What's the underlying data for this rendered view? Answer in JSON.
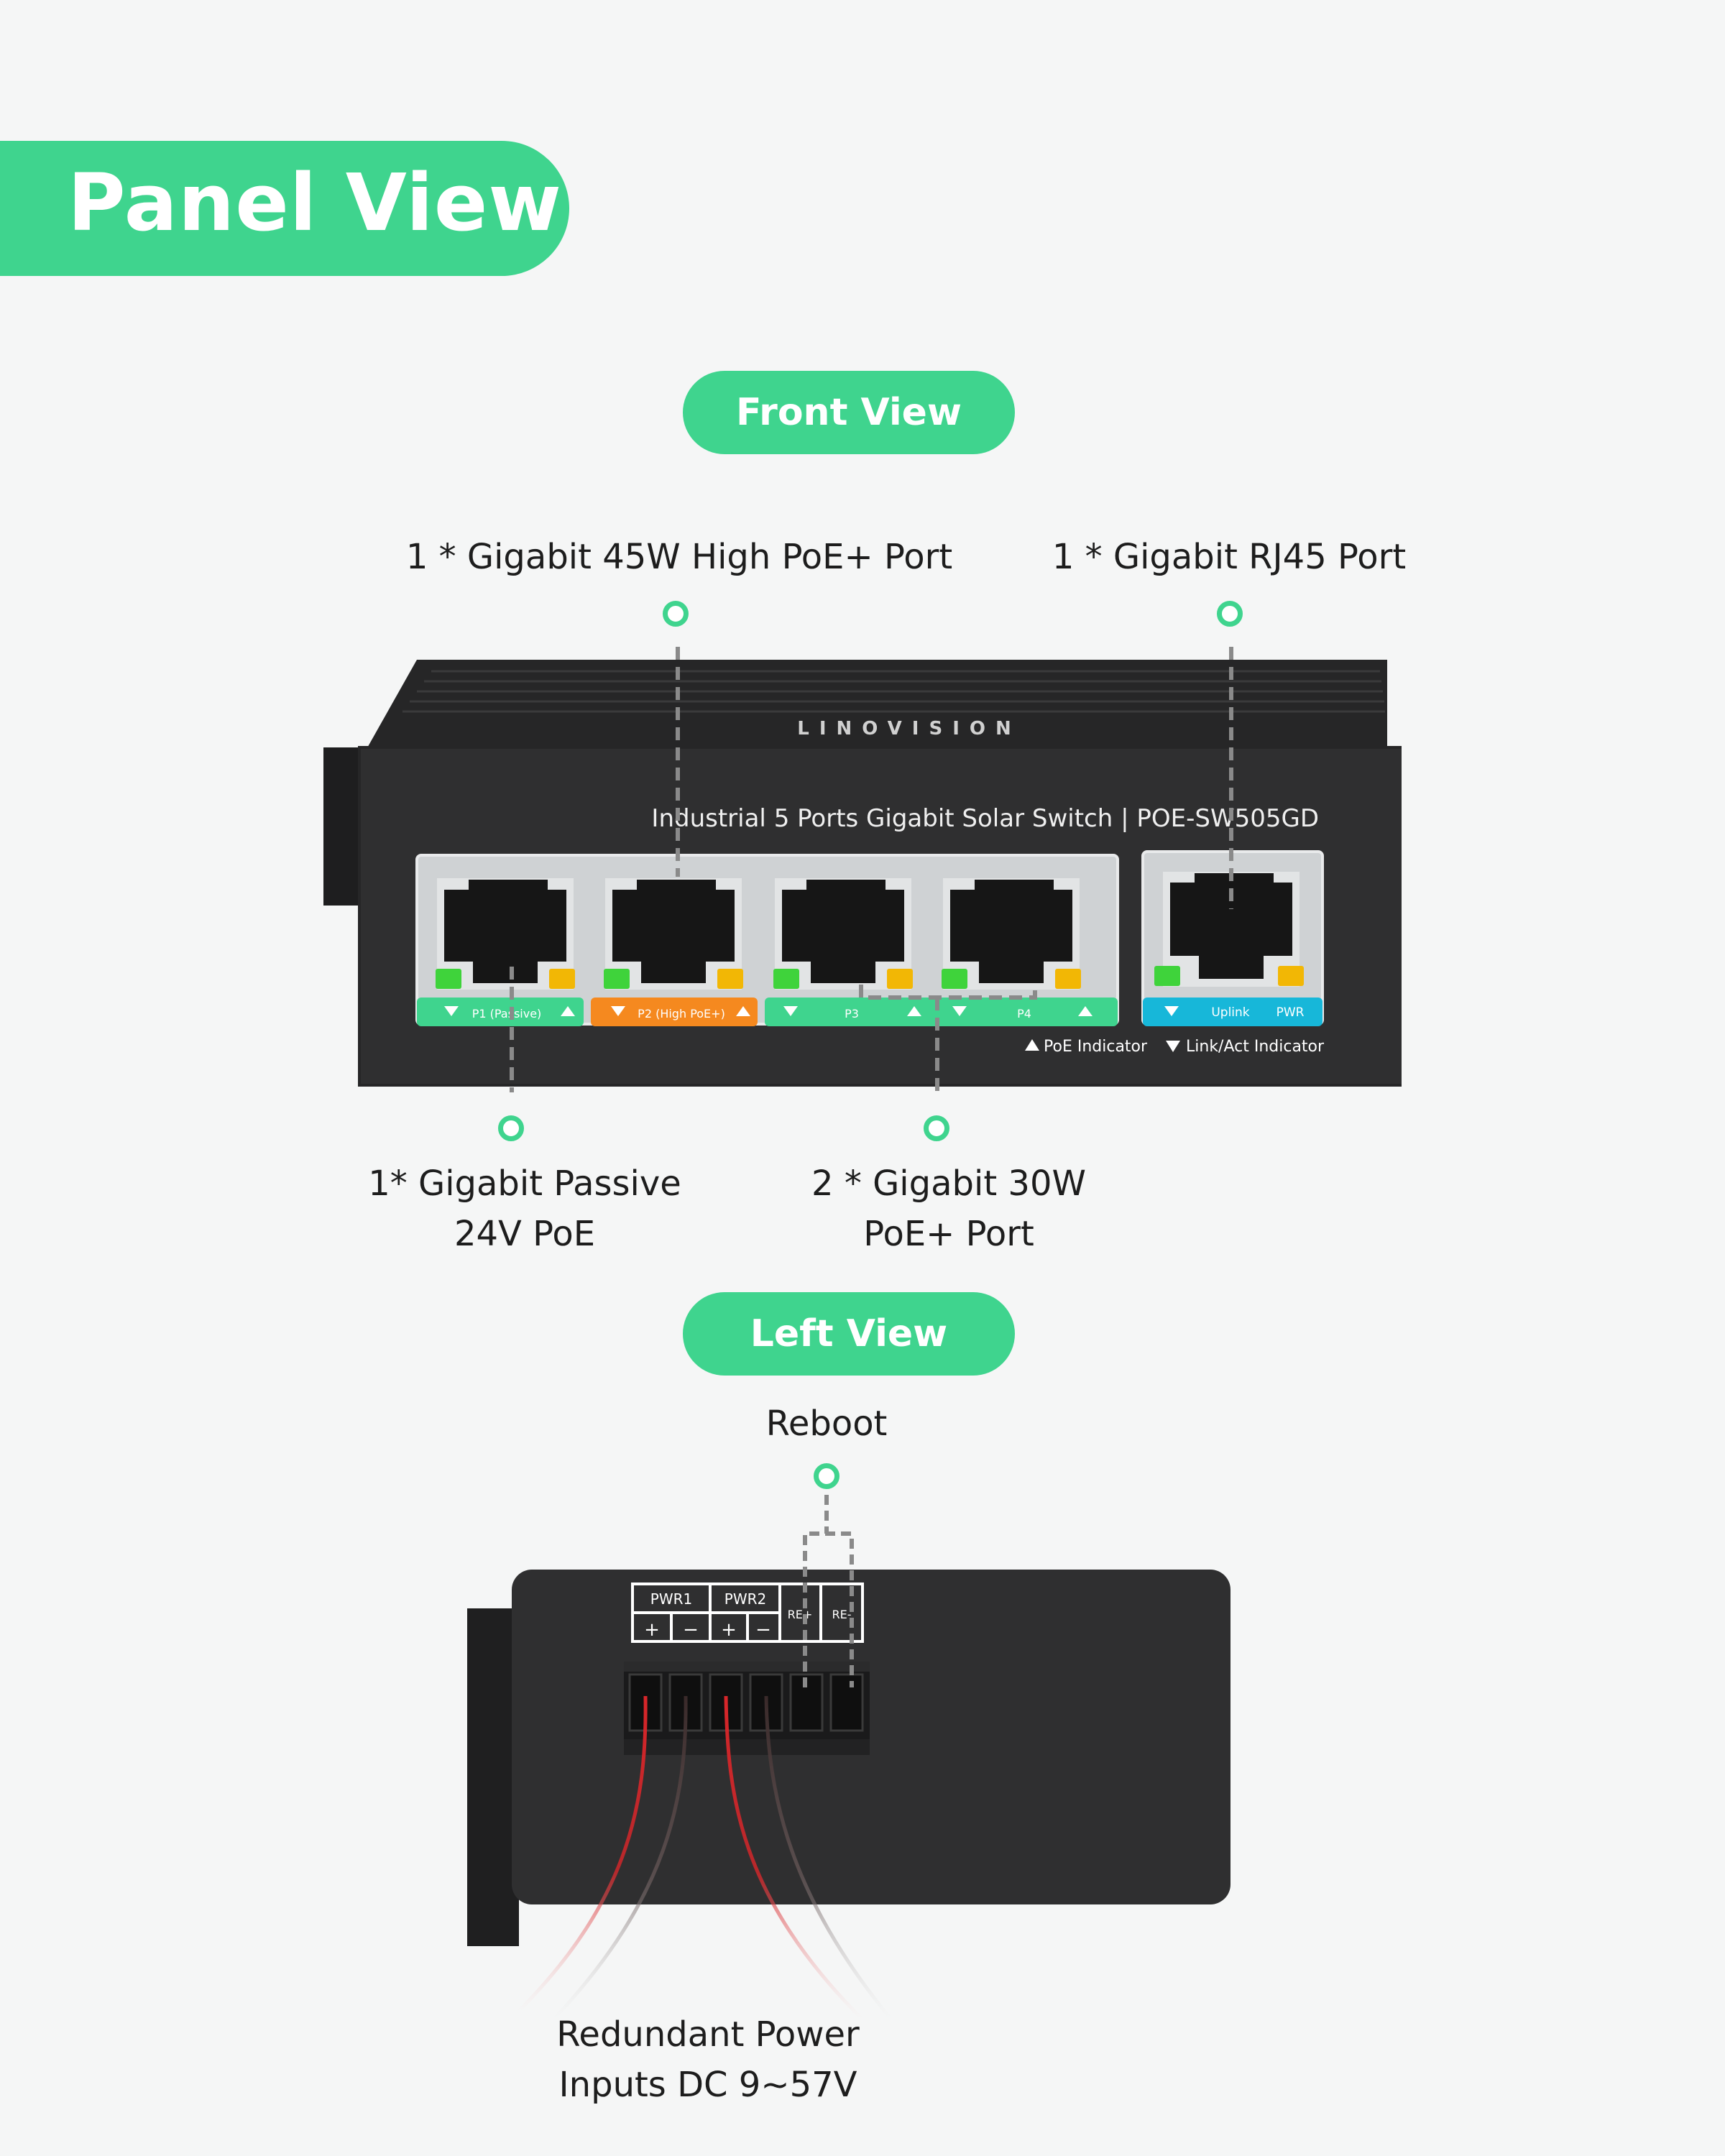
{
  "header": {
    "title": "Panel View"
  },
  "front": {
    "section_label": "Front View",
    "brand": "LINOVISION",
    "model_text": "Industrial 5 Ports Gigabit Solar Switch | POE-SW505GD",
    "port_labels": {
      "p1": "P1 (Passive)",
      "p2": "P2 (High PoE+)",
      "p3": "P3",
      "p4": "P4",
      "uplink": "Uplink",
      "pwr": "PWR"
    },
    "indicator_legend": {
      "poe": "PoE Indicator",
      "link": "Link/Act Indicator"
    },
    "callouts": {
      "high_poe": "1 * Gigabit 45W High PoE+ Port",
      "rj45": "1 * Gigabit RJ45 Port",
      "passive_line1": "1* Gigabit Passive",
      "passive_line2": "24V PoE",
      "poe30_line1": "2 * Gigabit 30W",
      "poe30_line2": "PoE+ Port"
    }
  },
  "left": {
    "section_label": "Left View",
    "terminal": {
      "pwr1": "PWR1",
      "pwr2": "PWR2",
      "re_plus": "RE+",
      "re_minus": "RE-",
      "plus": "+",
      "minus": "−"
    },
    "callouts": {
      "reboot": "Reboot",
      "power_line1": "Redundant Power",
      "power_line2": "Inputs DC 9~57V"
    }
  },
  "colors": {
    "accent_green": "#3fd48e",
    "port_orange": "#f5891f",
    "uplink_blue": "#17b7d9",
    "led_green": "#3fd33b",
    "led_amber": "#f2b705",
    "device_body": "#2f2f30"
  }
}
